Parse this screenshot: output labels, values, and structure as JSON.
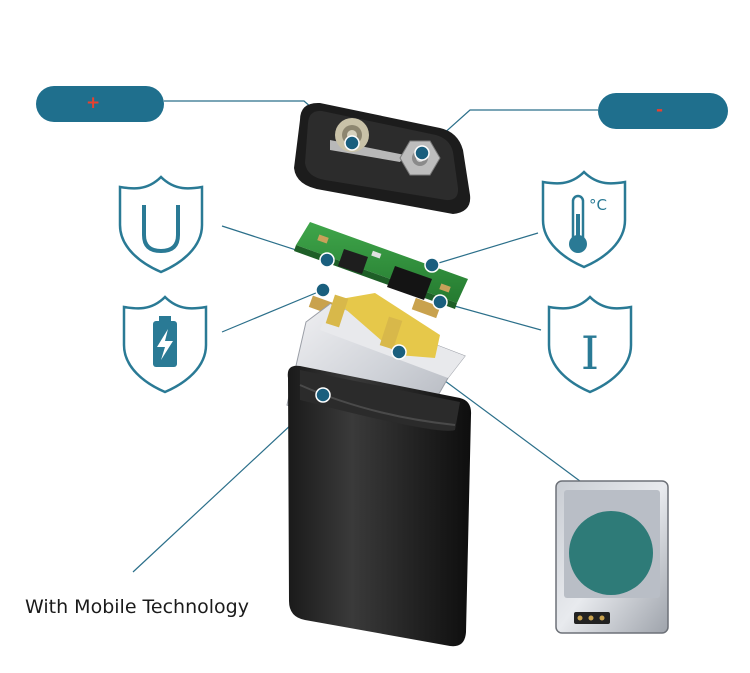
{
  "labels": {
    "positive": "+",
    "negative": "-",
    "caption": "With Mobile Technology"
  },
  "icons": {
    "u_shield": "voltage-u-shield-icon",
    "battery_shield": "battery-charge-shield-icon",
    "thermo_shield": "thermometer-shield-icon",
    "current_shield": "current-i-shield-icon",
    "temp_unit": "°C",
    "current_symbol": "I",
    "voltage_symbol": "U"
  },
  "colors": {
    "accent": "#1f6f8d",
    "pill_plus_text": "#e8402f",
    "pill_minus_text": "#e8402f",
    "connector_dot": "#1a5f7e",
    "line": "#2b6f8a",
    "shield_stroke": "#2a7a95",
    "cell_disc": "#2e7b78"
  }
}
